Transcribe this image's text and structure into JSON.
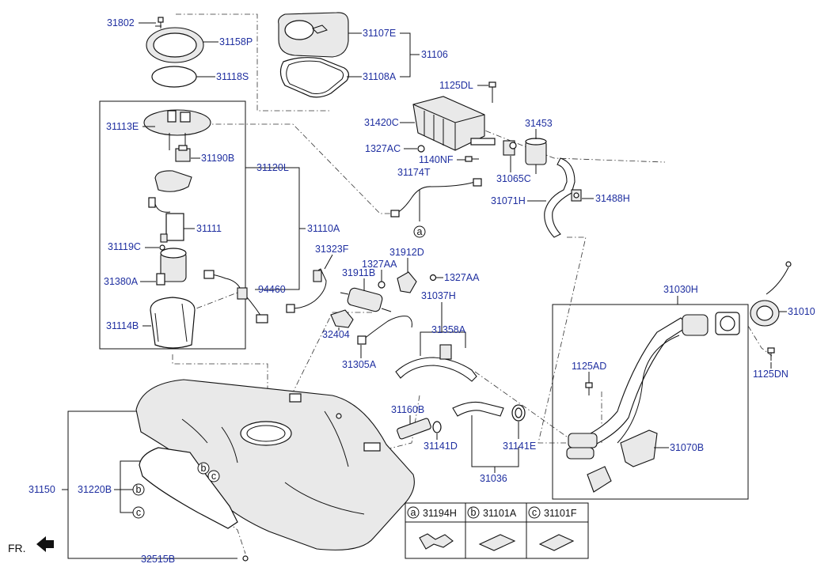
{
  "labels": {
    "p31802": "31802",
    "p31158P": "31158P",
    "p31118S": "31118S",
    "p31107E": "31107E",
    "p31106": "31106",
    "p31108A": "31108A",
    "p1125DL": "1125DL",
    "p31420C": "31420C",
    "p31453": "31453",
    "p1327AC": "1327AC",
    "p1140NF": "1140NF",
    "p31065C": "31065C",
    "p31174T": "31174T",
    "p31071H": "31071H",
    "p31488H": "31488H",
    "p31113E": "31113E",
    "p31190B": "31190B",
    "p31120L": "31120L",
    "p31111": "31111",
    "p31110A": "31110A",
    "p31119C": "31119C",
    "p31380A": "31380A",
    "p31114B": "31114B",
    "p31323F": "31323F",
    "p1327AA_1": "1327AA",
    "p31912D": "31912D",
    "p31911B": "31911B",
    "p1327AA_2": "1327AA",
    "p94460": "94460",
    "p31037H": "31037H",
    "p32404": "32404",
    "p31358A": "31358A",
    "p31305A": "31305A",
    "p31030H": "31030H",
    "p31010": "31010",
    "p1125AD": "1125AD",
    "p1125DN": "1125DN",
    "p31160B": "31160B",
    "p31141D": "31141D",
    "p31141E": "31141E",
    "p31036": "31036",
    "p31070B": "31070B",
    "p31150": "31150",
    "p31220B": "31220B",
    "p32515B": "32515B"
  },
  "callouts": {
    "a": "a",
    "b": "b",
    "c": "c"
  },
  "legend": {
    "a": {
      "letter": "a",
      "part": "31194H"
    },
    "b": {
      "letter": "b",
      "part": "31101A"
    },
    "c": {
      "letter": "c",
      "part": "31101F"
    }
  },
  "front_marker": "FR."
}
